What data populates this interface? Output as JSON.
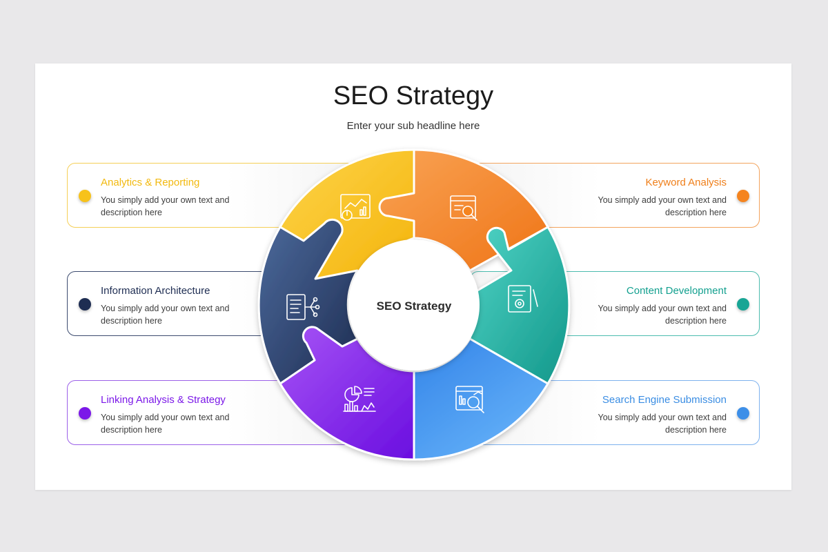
{
  "title": "SEO Strategy",
  "subtitle": "Enter your sub headline here",
  "center_label": "SEO Strategy",
  "items": [
    {
      "heading": "Analytics & Reporting",
      "desc_line1": "You simply add your own text and",
      "desc_line2": "description here",
      "color": "#f7c21a",
      "icon": "analytics-dashboard-icon"
    },
    {
      "heading": "Keyword Analysis",
      "desc_line1": "You simply add your own text and",
      "desc_line2": "description here",
      "color": "#f5841f",
      "icon": "keyword-search-icon"
    },
    {
      "heading": "Information Architecture",
      "desc_line1": "You simply add your own text and",
      "desc_line2": "description here",
      "color": "#1e2d52",
      "icon": "document-network-icon"
    },
    {
      "heading": "Content Development",
      "desc_line1": "You simply add your own text and",
      "desc_line2": "description here",
      "color": "#18a595",
      "icon": "content-settings-icon"
    },
    {
      "heading": "Linking Analysis & Strategy",
      "desc_line1": "You simply add your own text and",
      "desc_line2": "description here",
      "color": "#7b18e8",
      "icon": "charts-icon"
    },
    {
      "heading": "Search Engine Submission",
      "desc_line1": "You simply add your own text and",
      "desc_line2": "description here",
      "color": "#3d8fe8",
      "icon": "search-report-icon"
    }
  ]
}
